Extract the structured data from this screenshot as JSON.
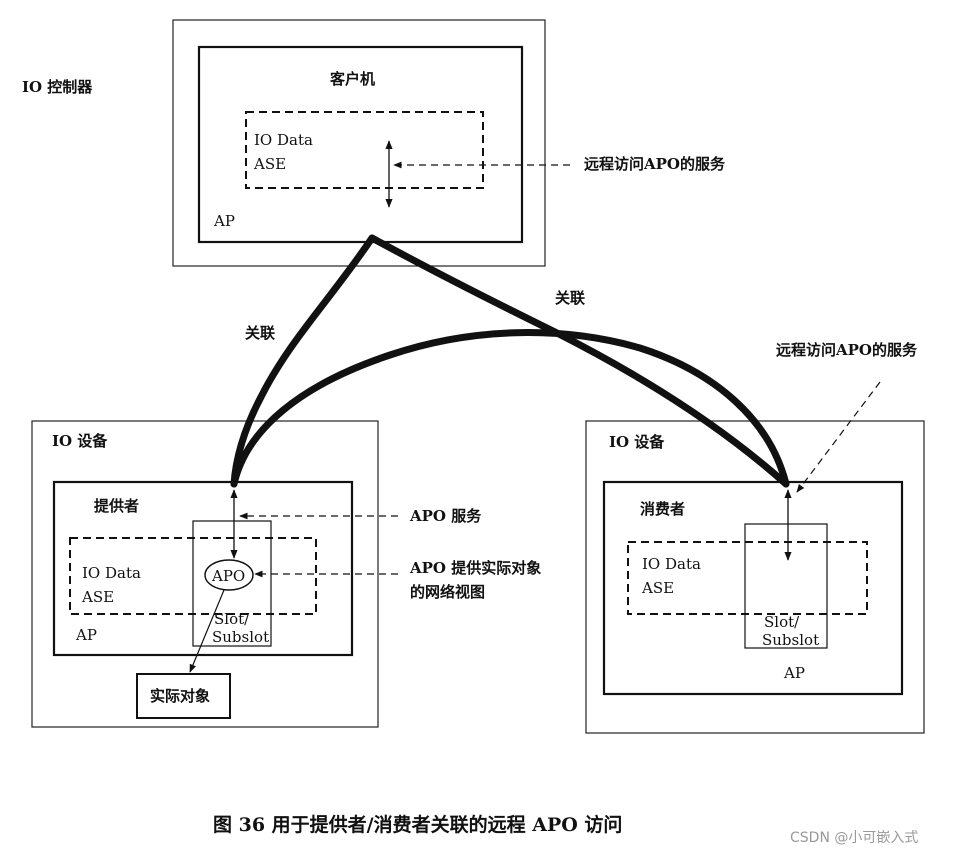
{
  "controller": {
    "side_label": "IO 控制器",
    "client_title": "客户机",
    "ase_line1": "IO Data",
    "ase_line2": "ASE",
    "ap_label": "AP"
  },
  "labels": {
    "remote_service_top": "远程访问APO的服务",
    "association_left": "关联",
    "association_right": "关联",
    "remote_service_right": "远程访问APO的服务",
    "apo_service": "APO 服务",
    "apo_view_line1": "APO 提供实际对象",
    "apo_view_line2": "的网络视图"
  },
  "device_left": {
    "title": "IO 设备",
    "role": "提供者",
    "ase_line1": "IO Data",
    "ase_line2": "ASE",
    "apo": "APO",
    "slot_line1": "Slot/",
    "slot_line2": "Subslot",
    "ap_label": "AP",
    "real_object": "实际对象"
  },
  "device_right": {
    "title": "IO 设备",
    "role": "消费者",
    "ase_line1": "IO Data",
    "ase_line2": "ASE",
    "slot_line1": "Slot/",
    "slot_line2": "Subslot",
    "ap_label": "AP"
  },
  "caption": "图 36  用于提供者/消费者关联的远程 APO 访问",
  "watermark": "CSDN @小可嵌入式"
}
